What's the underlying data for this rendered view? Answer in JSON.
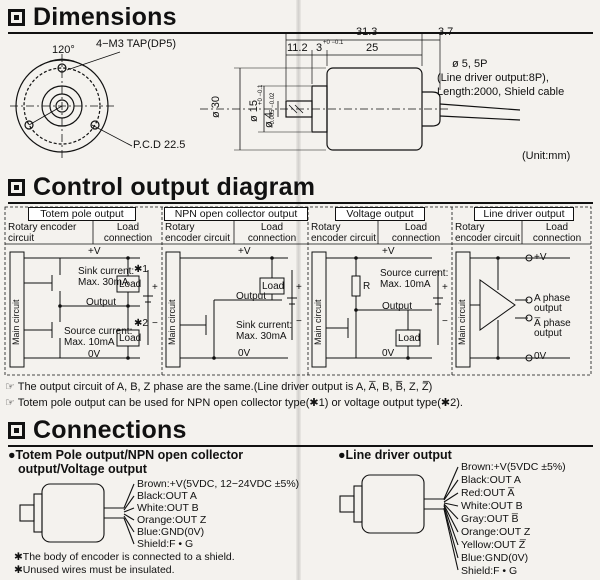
{
  "sections": {
    "dimensions": {
      "title": "Dimensions",
      "angle": "120°",
      "tap": "4−M3 TAP(DP5)",
      "pcd": "P.C.D 22.5",
      "dims": {
        "d313": "31.3",
        "d37": "3.7",
        "d112": "11.2",
        "d3": "3",
        "d3tol": "+0 −0.1",
        "d25": "25",
        "d30": "ø 30",
        "d15": "ø 15",
        "d15tol": "+0 −0.1",
        "d4": "ø 4",
        "d4tol": "−0.005 −0.02"
      },
      "cable_line1": "ø 5, 5P",
      "cable_line2": "(Line driver output:8P),",
      "cable_line3": "Length:2000, Shield cable",
      "unit": "(Unit:mm)"
    },
    "control": {
      "title": "Control output diagram",
      "panels": [
        {
          "title": "Totem pole output",
          "col1": "Rotary encoder circuit",
          "col2": "Load connection"
        },
        {
          "title": "NPN open collector output",
          "col1": "Rotary encoder circuit",
          "col2": "Load connection"
        },
        {
          "title": "Voltage output",
          "col1": "Rotary encoder circuit",
          "col2": "Load connection"
        },
        {
          "title": "Line driver output",
          "col1": "Rotary encoder circuit",
          "col2": "Load connection"
        }
      ],
      "labels": {
        "main_circuit": "Main circuit",
        "plus_v": "+V",
        "zero_v": "0V",
        "output": "Output",
        "load": "Load",
        "sink1": "Sink current:",
        "sink2": "Max. 30mA",
        "source1": "Source current:",
        "source2": "Max. 10mA",
        "star1": "✱1",
        "star2": "✱2",
        "r": "R",
        "a_phase1": "A phase",
        "a_phase2": "output",
        "abar_phase1": "A̅ phase",
        "abar_phase2": "output",
        "plus": "+",
        "minus": "−"
      },
      "note1": "☞ The output circuit of A, B, Z phase are the same.(Line driver output is A, A̅, B, B̅, Z, Z̅)",
      "note2": "☞ Totem pole output can be used for NPN open collector type(✱1) or voltage output type(✱2)."
    },
    "connections": {
      "title": "Connections",
      "left_title1": "●Totem Pole output/NPN open collector",
      "left_title2": "output/Voltage output",
      "left_wires": [
        "Brown:+V(5VDC, 12−24VDC ±5%)",
        "Black:OUT A",
        "White:OUT B",
        "Orange:OUT Z",
        "Blue:GND(0V)",
        "Shield:F • G"
      ],
      "note1": "✱The body of encoder is connected to a shield.",
      "note2": "✱Unused wires must be insulated.",
      "right_title": "●Line driver output",
      "right_wires": [
        "Brown:+V(5VDC ±5%)",
        "Black:OUT A",
        "Red:OUT A̅",
        "White:OUT B",
        "Gray:OUT B̅",
        "Orange:OUT Z",
        "Yellow:OUT Z̅",
        "Blue:GND(0V)",
        "Shield:F • G"
      ]
    }
  }
}
